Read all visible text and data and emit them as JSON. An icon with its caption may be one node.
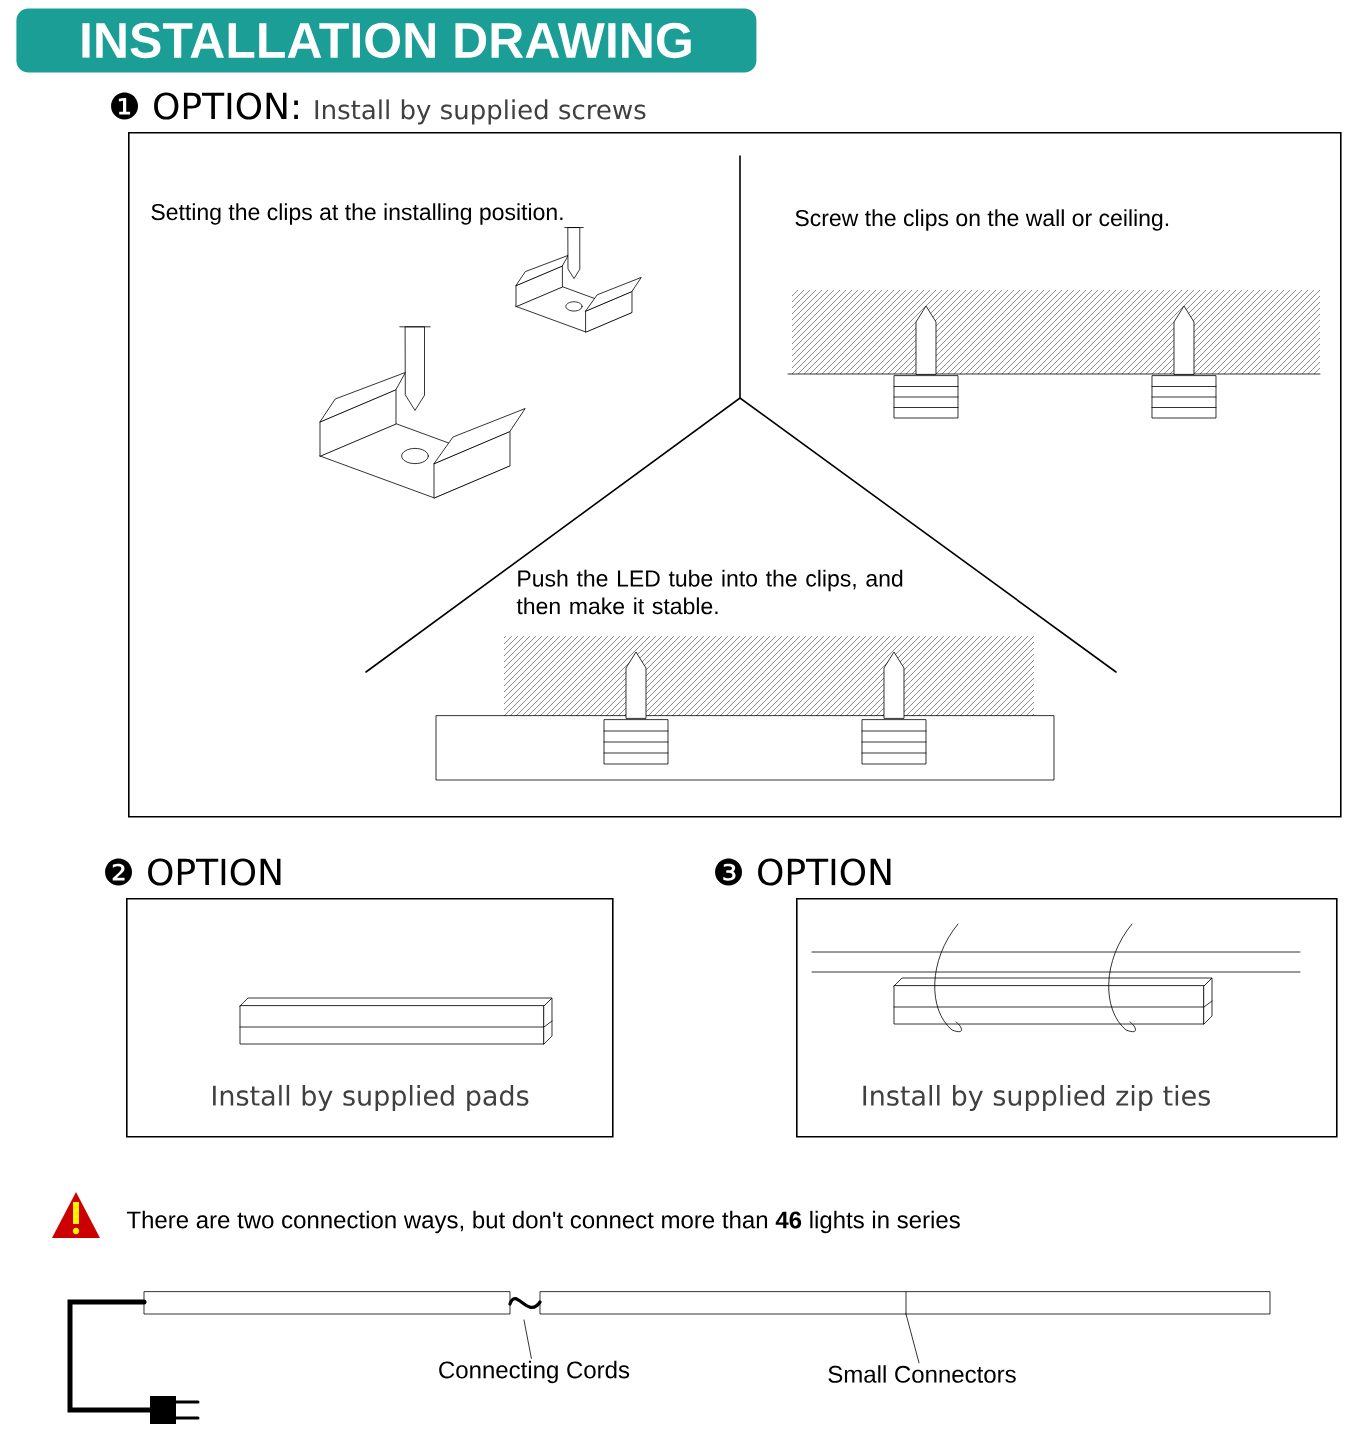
{
  "diagram": {
    "title": "INSTALLATION DRAWING",
    "nodes": [
      {
        "text": [
          "❶ OPTION:",
          "Install by supplied screws"
        ]
      },
      {
        "text": [
          "❷ OPTION",
          "Install by supplied pads"
        ]
      },
      {
        "text": [
          "❸ OPTION",
          "Install by supplied zip ties"
        ]
      },
      {
        "text": [
          "Connecting Cords"
        ]
      },
      {
        "text": [
          "Small Connectors"
        ]
      }
    ],
    "edges": [
      {
        "from": 3,
        "to": null,
        "arrow": "none"
      },
      {
        "from": 4,
        "to": null,
        "arrow": "none"
      }
    ],
    "labels": [
      "Setting the clips at the installing position.",
      "Screw the clips on the wall or ceiling.",
      "Push the LED tube into the clips, and then make it stable.",
      "There are two connection ways, but don't connect more than **46** lights in series"
    ]
  }
}
